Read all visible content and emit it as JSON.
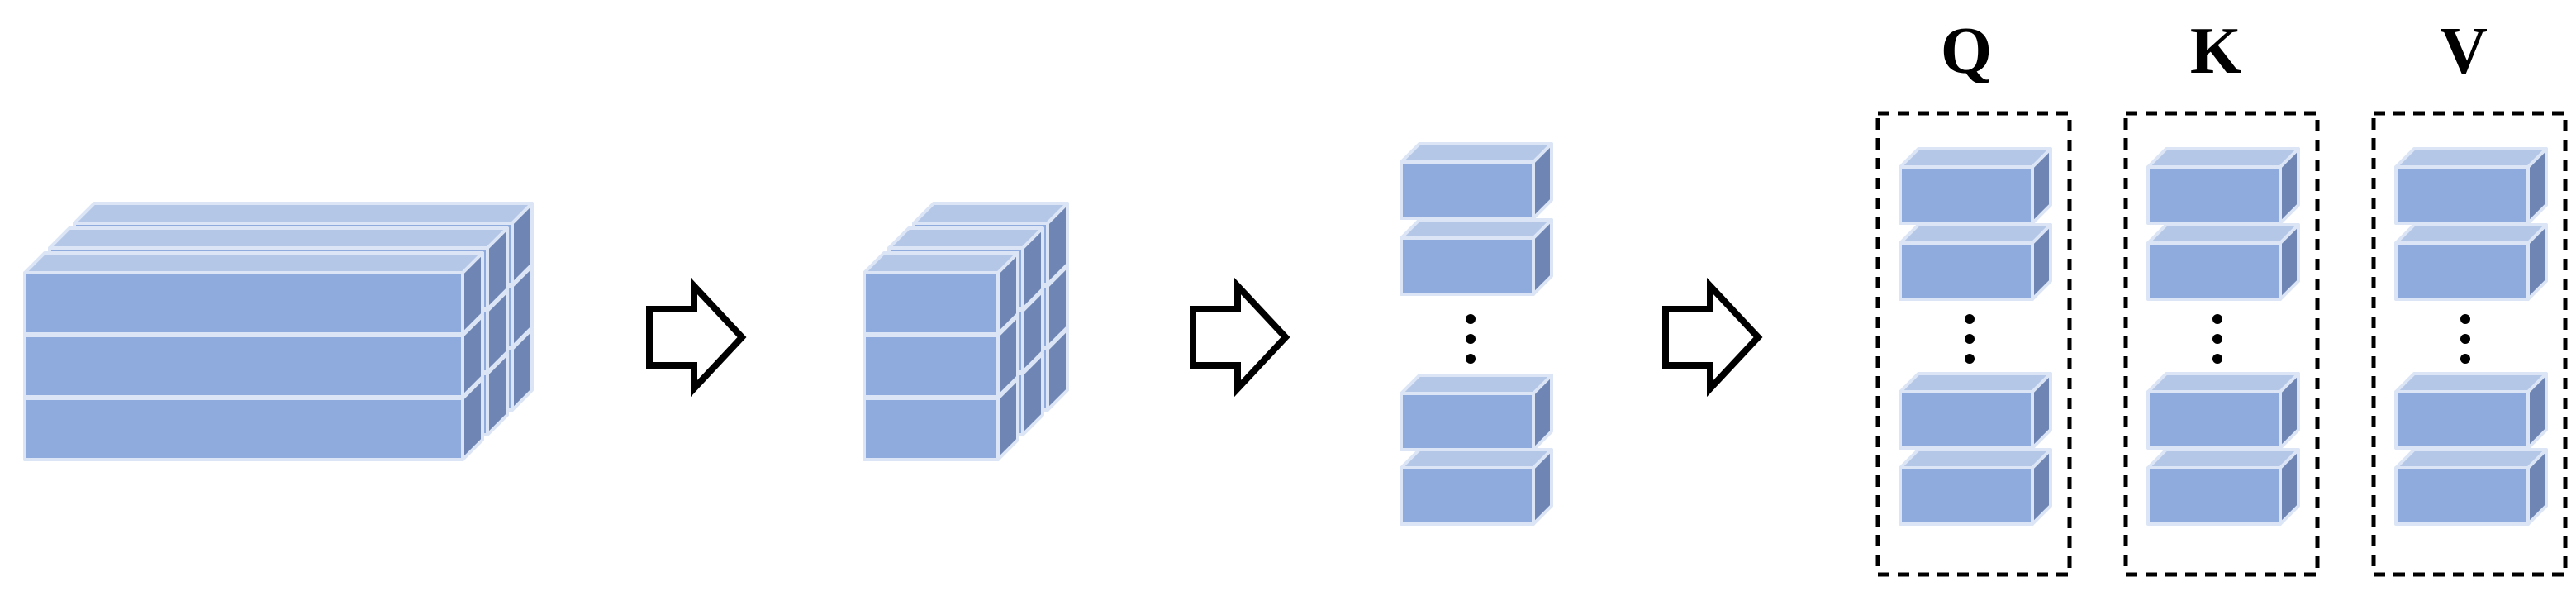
{
  "labels": {
    "q": "Q",
    "k": "K",
    "v": "V"
  },
  "colors": {
    "block_front": "#8faadc",
    "block_top": "#b4c7e7",
    "block_side": "#6f86b4",
    "block_edge": "#dbe5f5",
    "arrow_fill": "#ffffff",
    "outline": "#000000"
  },
  "icons": {
    "arrow": "right-outline-arrow",
    "ellipsis": "vertical-ellipsis"
  }
}
